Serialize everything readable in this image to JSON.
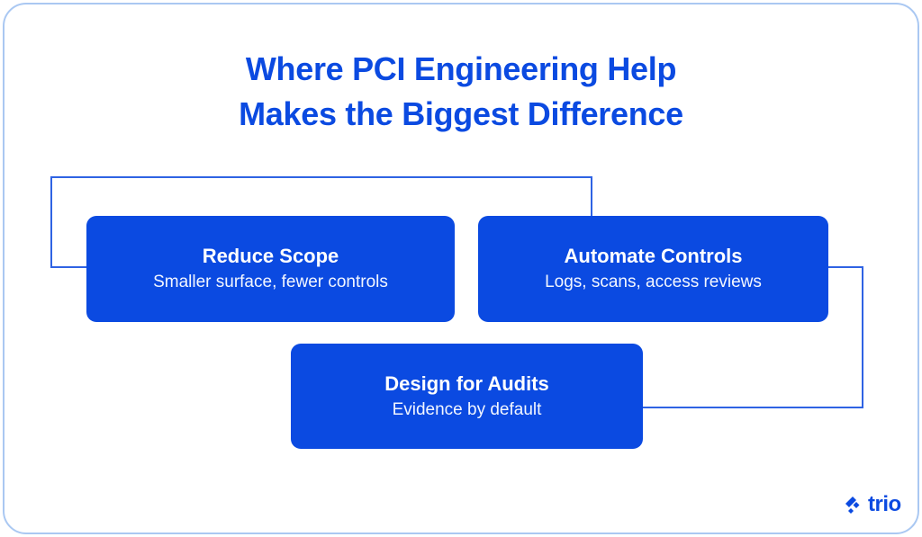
{
  "slide": {
    "title_line1": "Where PCI Engineering Help",
    "title_line2": "Makes the Biggest Difference",
    "accent_color": "#0b4ae1",
    "connector_color": "#2f63e3",
    "frame_border_color": "#aac8f2",
    "background_color": "#ffffff"
  },
  "cards": [
    {
      "title": "Reduce Scope",
      "subtitle": "Smaller surface, fewer controls"
    },
    {
      "title": "Automate Controls",
      "subtitle": "Logs, scans, access reviews"
    },
    {
      "title": "Design for Audits",
      "subtitle": "Evidence by default"
    }
  ],
  "logo": {
    "wordmark": "trio",
    "mark_icon": "trio-diamond-mark-icon"
  }
}
